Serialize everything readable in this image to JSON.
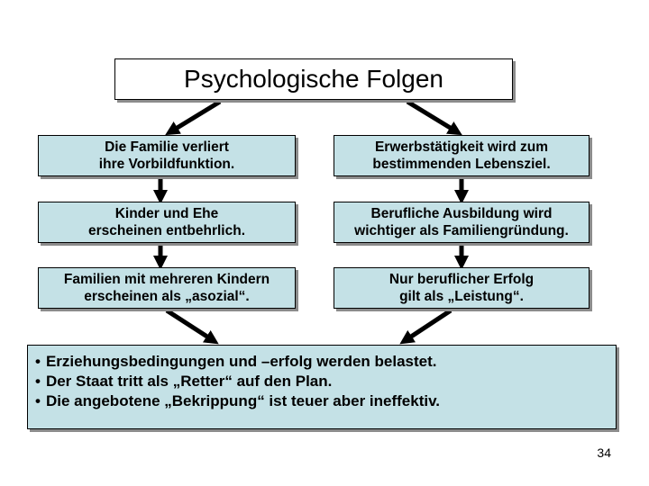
{
  "title": "Psychologische Folgen",
  "left_column": [
    {
      "line1": "Die Familie verliert",
      "line2": "ihre Vorbildfunktion."
    },
    {
      "line1": "Kinder und Ehe",
      "line2": "erscheinen entbehrlich."
    },
    {
      "line1": "Familien mit mehreren Kindern",
      "line2": "erscheinen als „asozial“."
    }
  ],
  "right_column": [
    {
      "line1": "Erwerbstätigkeit wird zum",
      "line2": "bestimmenden Lebensziel."
    },
    {
      "line1": "Berufliche Ausbildung wird",
      "line2": "wichtiger als Familiengründung."
    },
    {
      "line1": "Nur beruflicher Erfolg",
      "line2": "gilt als „Leistung“."
    }
  ],
  "bottom_box": {
    "items": [
      "Erziehungsbedingungen und –erfolg werden belastet.",
      "Der Staat tritt als „Retter“ auf den Plan.",
      "Die angebotene „Bekrippung“ ist teuer aber ineffektiv."
    ]
  },
  "page_number": "34",
  "colors": {
    "box_fill": "#c4e1e6",
    "arrow": "#000000",
    "shadow": "#8c8c8c"
  }
}
